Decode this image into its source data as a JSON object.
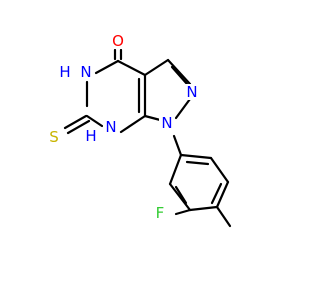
{
  "molecule": {
    "atoms": {
      "O": {
        "symbol": "O",
        "color": "#ff0000"
      },
      "N_H_top": {
        "symbol": "N",
        "color": "#0000ff"
      },
      "H_top": {
        "symbol": "H",
        "color": "#0000ff"
      },
      "N_pyrazole_right": {
        "symbol": "N",
        "color": "#0000ff"
      },
      "N_pyrazole_bottom": {
        "symbol": "N",
        "color": "#0000ff"
      },
      "N_H_bottom": {
        "symbol": "N",
        "color": "#0000ff"
      },
      "H_bottom": {
        "symbol": "H",
        "color": "#0000ff"
      },
      "S": {
        "symbol": "S",
        "color": "#c8b400"
      },
      "F": {
        "symbol": "F",
        "color": "#33cc33"
      }
    }
  }
}
